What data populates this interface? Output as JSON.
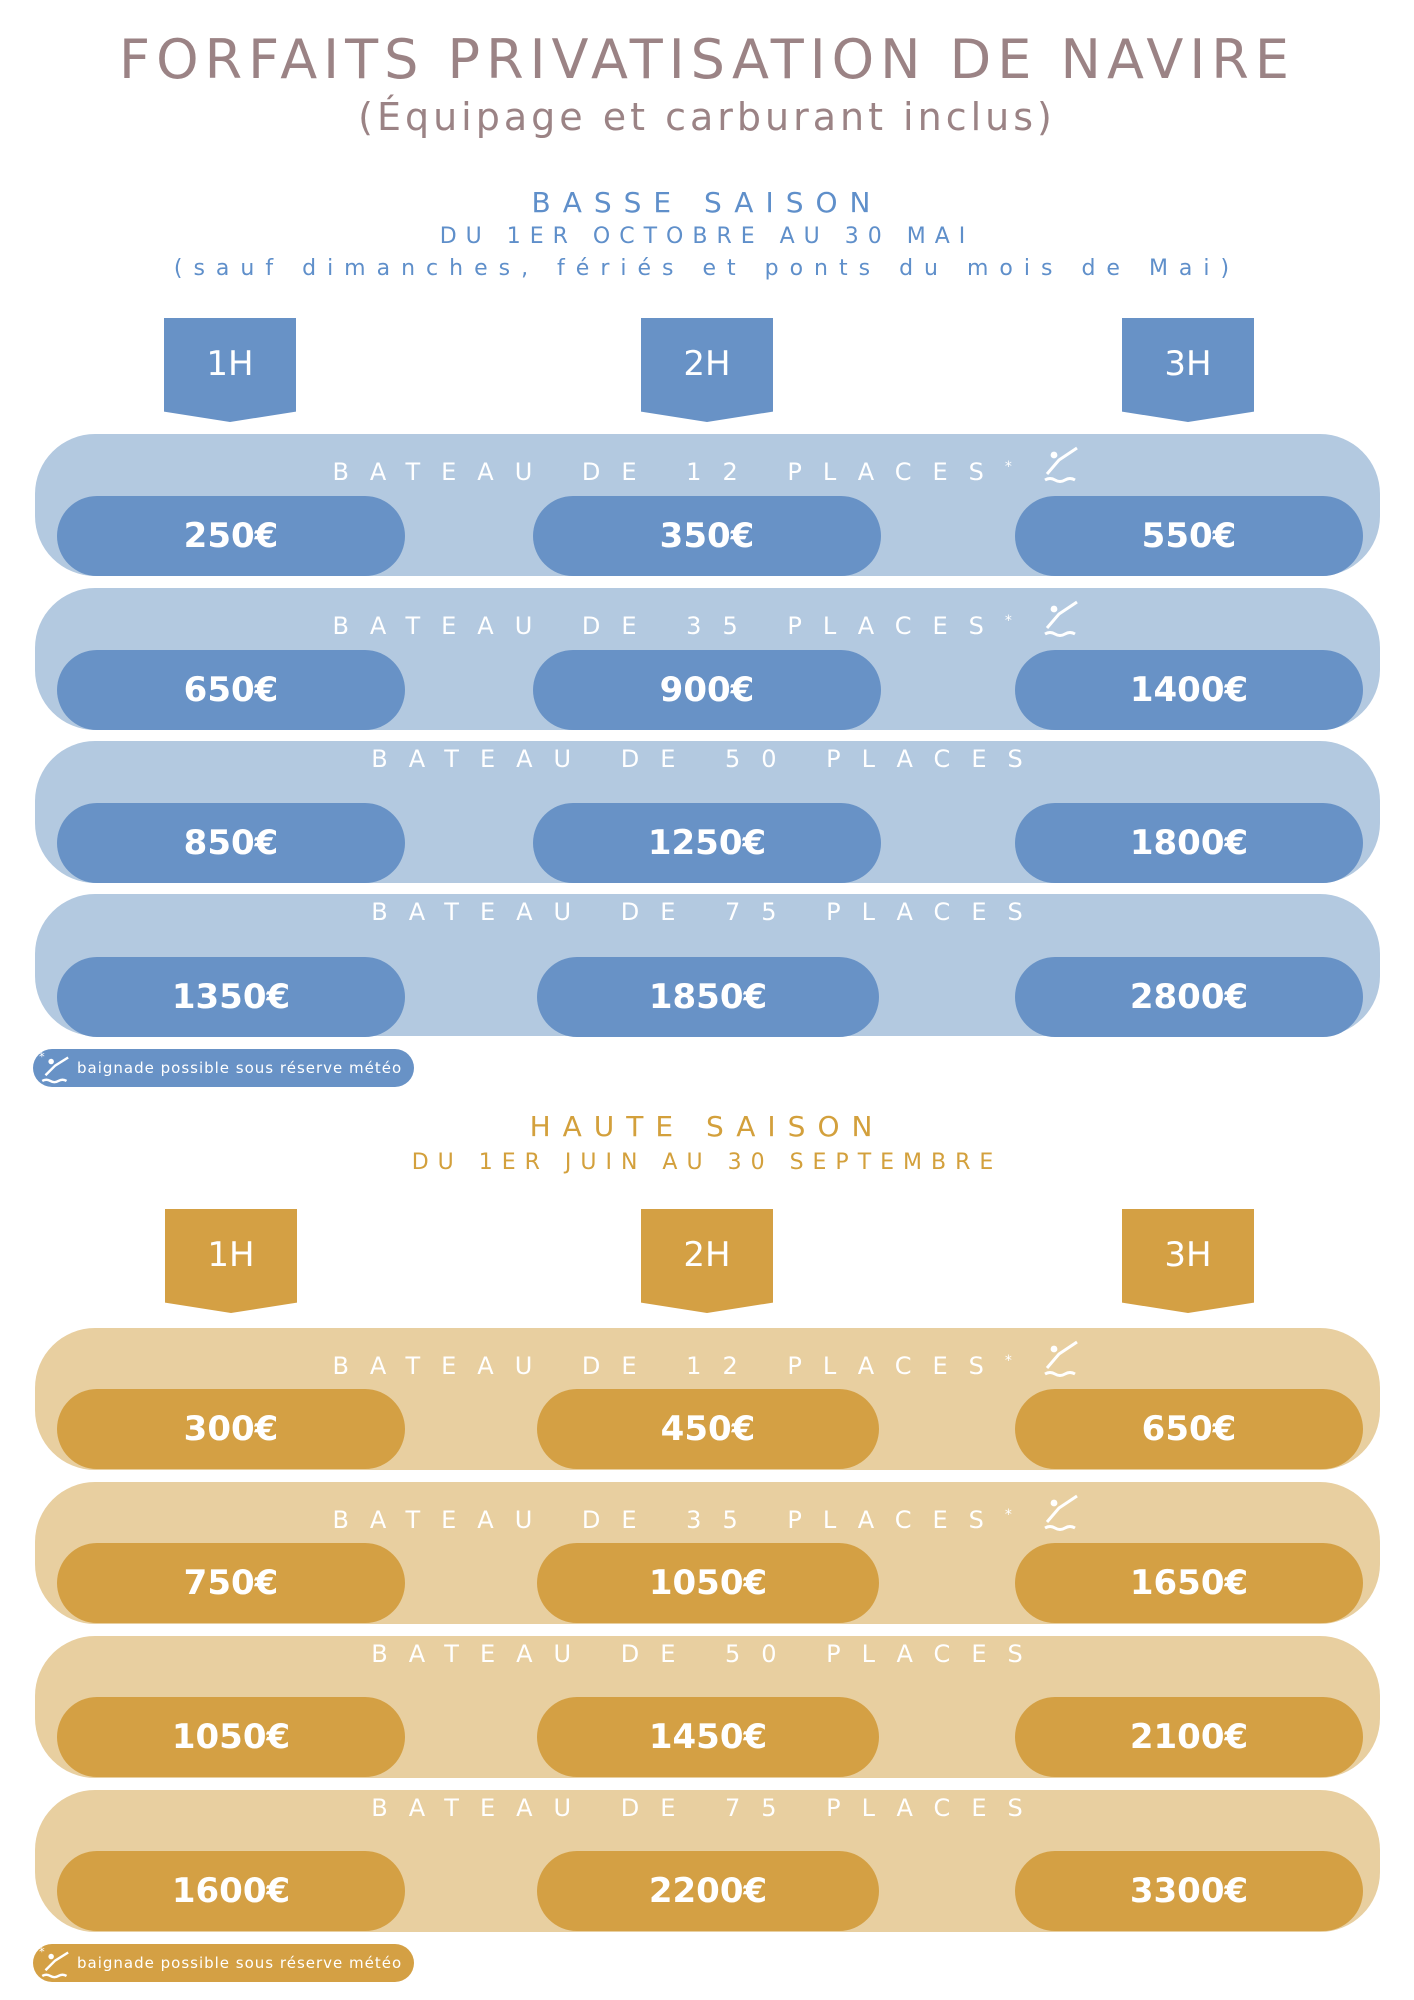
{
  "title": "FORFAITS PRIVATISATION DE NAVIRE",
  "subtitle": "(Équipage et carburant inclus)",
  "colors": {
    "title": "#9b8385",
    "low_text": "#5f8fca",
    "low_dark": "#6892c6",
    "low_light": "#b3c9e0",
    "high_text": "#d3a03c",
    "high_dark": "#d4a044",
    "high_light": "#e8cfa0"
  },
  "low_season": {
    "name": "BASSE SAISON",
    "dates": "DU 1ER OCTOBRE AU 30 MAI",
    "note": "(sauf dimanches, fériés et ponts du mois de Mai)",
    "hours": [
      "1H",
      "2H",
      "3H"
    ],
    "boats": [
      {
        "label": "BATEAU DE 12 PLACES",
        "asterisk": "*",
        "prices": [
          "250€",
          "350€",
          "550€"
        ]
      },
      {
        "label": "BATEAU DE 35 PLACES",
        "asterisk": "*",
        "prices": [
          "650€",
          "900€",
          "1400€"
        ]
      },
      {
        "label": "BATEAU DE 50 PLACES",
        "asterisk": "",
        "prices": [
          "850€",
          "1250€",
          "1800€"
        ]
      },
      {
        "label": "BATEAU DE 75 PLACES",
        "asterisk": "",
        "prices": [
          "1350€",
          "1850€",
          "2800€"
        ]
      }
    ],
    "legend": "baignade possible sous réserve météo"
  },
  "high_season": {
    "name": "HAUTE SAISON",
    "dates": "DU 1ER JUIN AU 30 SEPTEMBRE",
    "hours": [
      "1H",
      "2H",
      "3H"
    ],
    "boats": [
      {
        "label": "BATEAU DE 12 PLACES",
        "asterisk": "*",
        "prices": [
          "300€",
          "450€",
          "650€"
        ]
      },
      {
        "label": "BATEAU DE 35 PLACES",
        "asterisk": "*",
        "prices": [
          "750€",
          "1050€",
          "1650€"
        ]
      },
      {
        "label": "BATEAU DE 50 PLACES",
        "asterisk": "",
        "prices": [
          "1050€",
          "1450€",
          "2100€"
        ]
      },
      {
        "label": "BATEAU DE 75 PLACES",
        "asterisk": "",
        "prices": [
          "1600€",
          "2200€",
          "3300€"
        ]
      }
    ],
    "legend": "baignade possible sous réserve météo"
  }
}
